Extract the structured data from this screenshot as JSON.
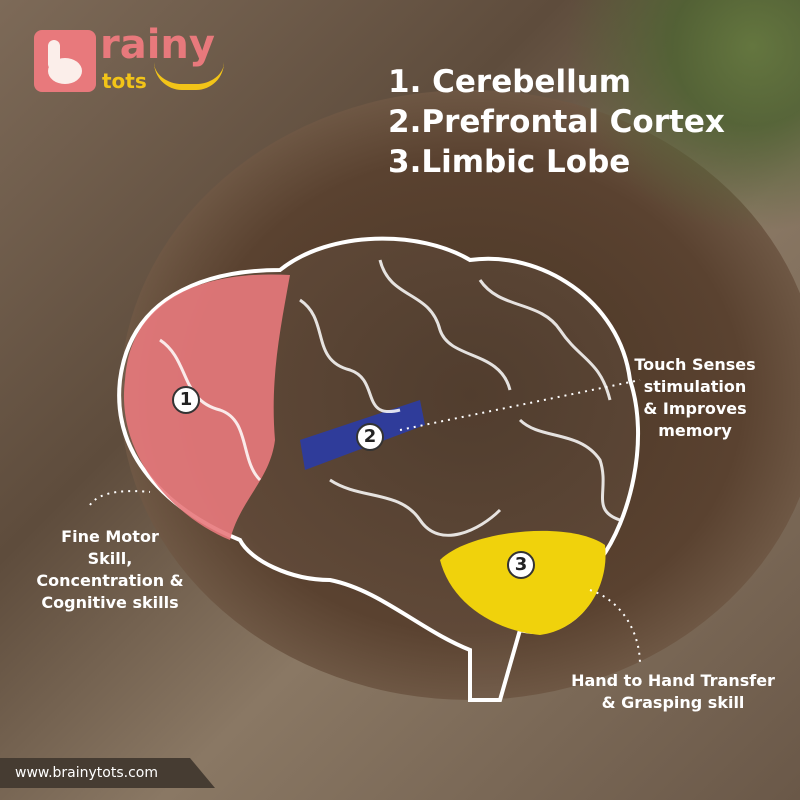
{
  "logo": {
    "line1": "rainy",
    "line2": "tots",
    "brand": "brainytots"
  },
  "regions": [
    {
      "number": "1",
      "name": "1. Cerebellum"
    },
    {
      "number": "2",
      "name": "2.Prefrontal Cortex"
    },
    {
      "number": "3",
      "name": "3.Limbic Lobe"
    }
  ],
  "annotations": {
    "touch": [
      "Touch Senses",
      "stimulation",
      "& Improves",
      "memory"
    ],
    "motor": [
      "Fine Motor",
      "Skill,",
      "Concentration &",
      "Cognitive skills"
    ],
    "hand": [
      "Hand to Hand Transfer",
      "& Grasping skill"
    ]
  },
  "footer": {
    "url": "www.brainytots.com"
  },
  "colors": {
    "cerebellum": "#e8797c",
    "prefrontal": "#2f3c9a",
    "limbic": "#f0d20c",
    "logo_pink": "#e8797c",
    "logo_yellow": "#f2c418"
  }
}
